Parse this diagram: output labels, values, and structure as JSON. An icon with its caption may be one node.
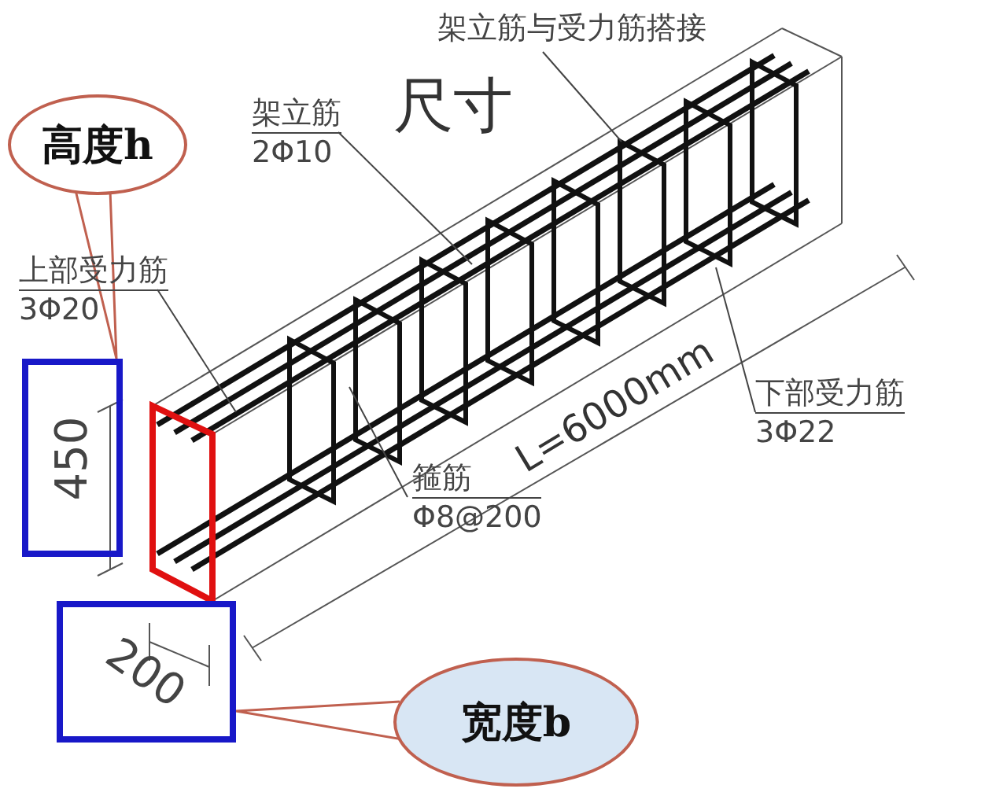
{
  "diagram": {
    "nodes": [
      {
        "text": [
          "高度h"
        ]
      },
      {
        "text": [
          "450"
        ]
      },
      {
        "text": [
          "上部受力筋",
          "3Φ20"
        ]
      },
      {
        "text": [
          "架立筋",
          "2Φ10"
        ]
      },
      {
        "text": [
          "架立筋与受力筋搭接"
        ]
      },
      {
        "text": [
          "下部受力筋",
          "3Φ22"
        ]
      },
      {
        "text": [
          "箍筋",
          "Φ8@200"
        ]
      },
      {
        "text": [
          "200"
        ]
      },
      {
        "text": [
          "宽度b"
        ]
      }
    ],
    "edges": [
      {
        "from": 0,
        "to": 1,
        "arrow": "none",
        "color": "#c0604f"
      },
      {
        "from": 2,
        "to": null,
        "arrow": "none"
      },
      {
        "from": 3,
        "to": null,
        "arrow": "none"
      },
      {
        "from": 4,
        "to": null,
        "arrow": "none"
      },
      {
        "from": 5,
        "to": null,
        "arrow": "none"
      },
      {
        "from": 6,
        "to": null,
        "arrow": "none"
      },
      {
        "from": 8,
        "to": 7,
        "arrow": "none",
        "color": "#c0604f"
      }
    ],
    "labels": [
      "尺寸",
      "L=6000mm"
    ]
  }
}
